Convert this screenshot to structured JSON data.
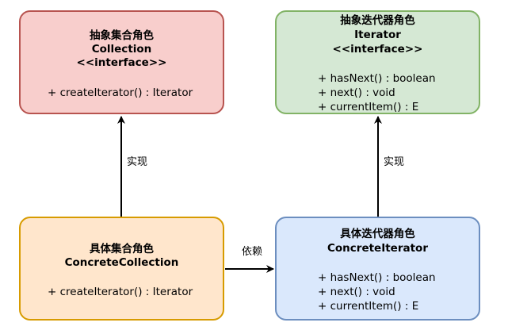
{
  "nodes": {
    "collection": {
      "title_cn": "抽象集合角色",
      "title_en": "Collection",
      "stereotype": "<<interface>>",
      "methods": [
        "+ createIterator() : Iterator"
      ],
      "fill": "#f8cecc",
      "stroke": "#b85450"
    },
    "iterator": {
      "title_cn": "抽象迭代器角色",
      "title_en": "Iterator",
      "stereotype": "<<interface>>",
      "methods": [
        "+ hasNext() : boolean",
        "+ next() : void",
        "+ currentItem() : E"
      ],
      "fill": "#d5e8d4",
      "stroke": "#82b366"
    },
    "concrete_collection": {
      "title_cn": "具体集合角色",
      "title_en": "ConcreteCollection",
      "methods": [
        "+ createIterator() : Iterator"
      ],
      "fill": "#ffe6cc",
      "stroke": "#d79b00"
    },
    "concrete_iterator": {
      "title_cn": "具体迭代器角色",
      "title_en": "ConcreteIterator",
      "methods": [
        "+ hasNext() : boolean",
        "+ next() : void",
        "+ currentItem() : E"
      ],
      "fill": "#dae8fc",
      "stroke": "#6c8ebf"
    }
  },
  "edges": {
    "realize_collection": "实现",
    "realize_iterator": "实现",
    "dependency": "依赖"
  },
  "line_color": "#000000"
}
